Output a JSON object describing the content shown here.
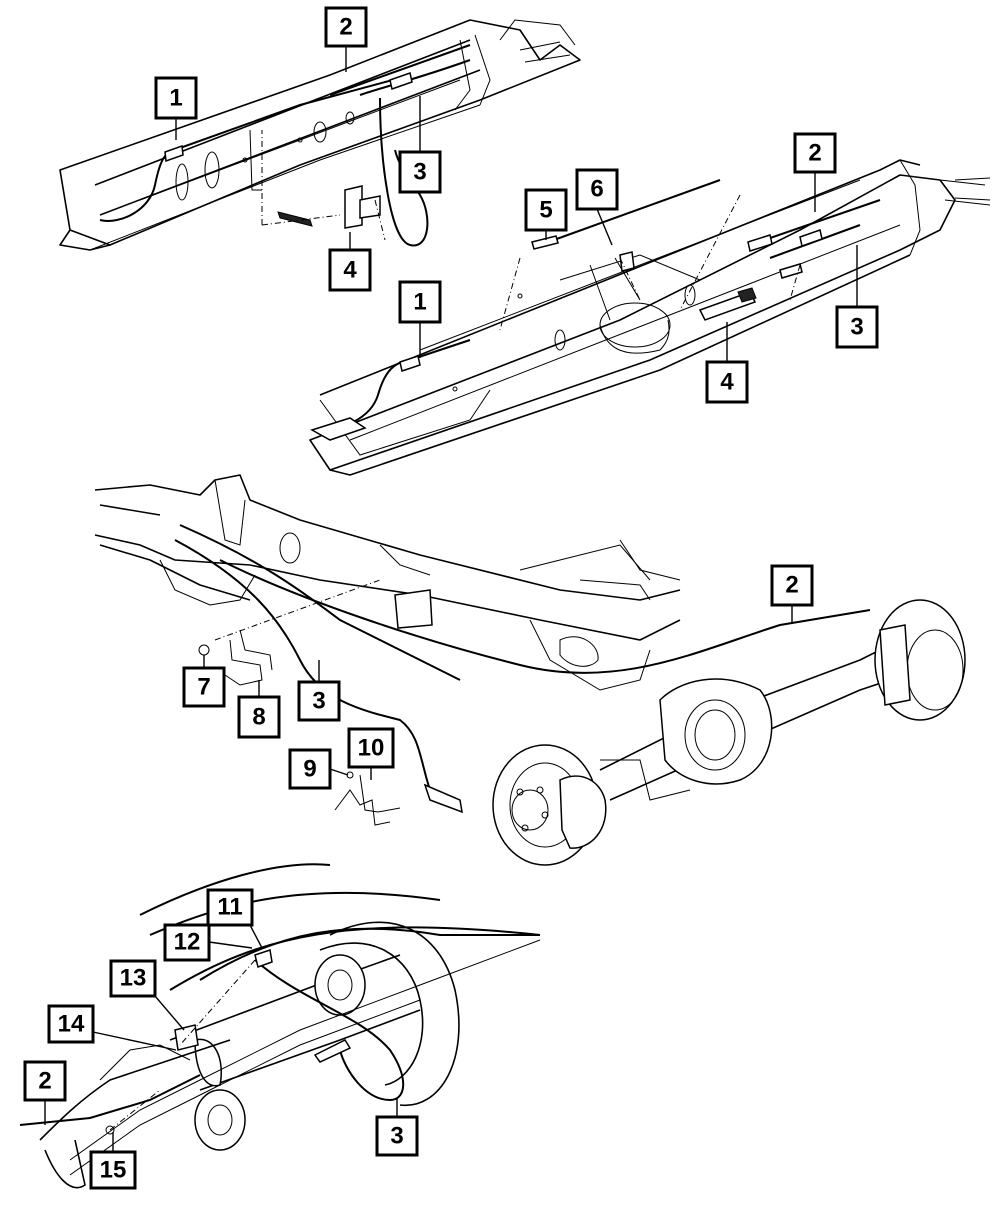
{
  "diagram": {
    "callouts": {
      "v1_1": "1",
      "v1_2": "2",
      "v1_3": "3",
      "v1_4": "4",
      "v2_1": "1",
      "v2_2": "2",
      "v2_3": "3",
      "v2_4": "4",
      "v2_5": "5",
      "v2_6": "6",
      "v3_2": "2",
      "v3_3": "3",
      "v3_7": "7",
      "v3_8": "8",
      "v3_9": "9",
      "v3_10": "10",
      "v4_2": "2",
      "v4_3": "3",
      "v4_11": "11",
      "v4_12": "12",
      "v4_13": "13",
      "v4_14": "14",
      "v4_15": "15"
    }
  }
}
